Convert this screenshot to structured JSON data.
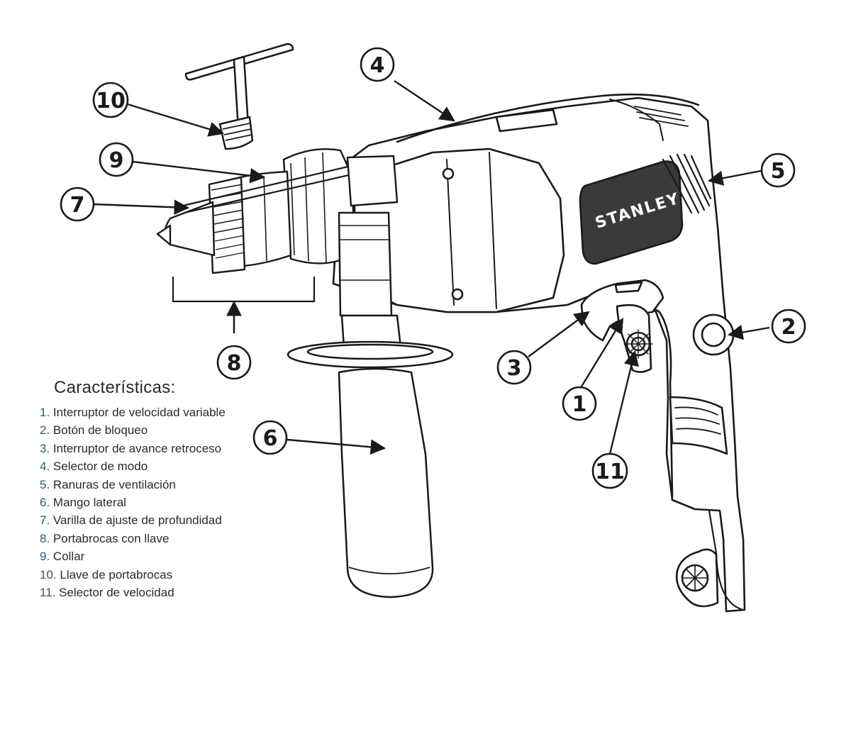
{
  "brand": "STANLEY",
  "legend": {
    "title": "Características:",
    "items": [
      {
        "num": "1.",
        "text": "Interruptor de velocidad variable"
      },
      {
        "num": "2.",
        "text": "Botón de bloqueo"
      },
      {
        "num": "3.",
        "text": "Interruptor de avance retroceso"
      },
      {
        "num": "4.",
        "text": "Selector de modo"
      },
      {
        "num": "5.",
        "text": "Ranuras de ventilación"
      },
      {
        "num": "6.",
        "text": "Mango lateral"
      },
      {
        "num": "7.",
        "text": "Varilla de ajuste de profundidad"
      },
      {
        "num": "8.",
        "text": "Portabrocas con llave"
      },
      {
        "num": "9.",
        "text": "Collar"
      },
      {
        "num": "10.",
        "text": " Llave de portabrocas"
      },
      {
        "num": "11.",
        "text": " Selector de velocidad"
      }
    ]
  },
  "callouts": [
    {
      "id": "1",
      "label": "1"
    },
    {
      "id": "2",
      "label": "2"
    },
    {
      "id": "3",
      "label": "3"
    },
    {
      "id": "4",
      "label": "4"
    },
    {
      "id": "5",
      "label": "5"
    },
    {
      "id": "6",
      "label": "6"
    },
    {
      "id": "7",
      "label": "7"
    },
    {
      "id": "8",
      "label": "8"
    },
    {
      "id": "9",
      "label": "9"
    },
    {
      "id": "10",
      "label": "10"
    },
    {
      "id": "11",
      "label": "11"
    }
  ],
  "colors": {
    "ink": "#1a1a1a",
    "legend_number": "#2a5a7a",
    "brand_plate": "#3a3a3a"
  }
}
